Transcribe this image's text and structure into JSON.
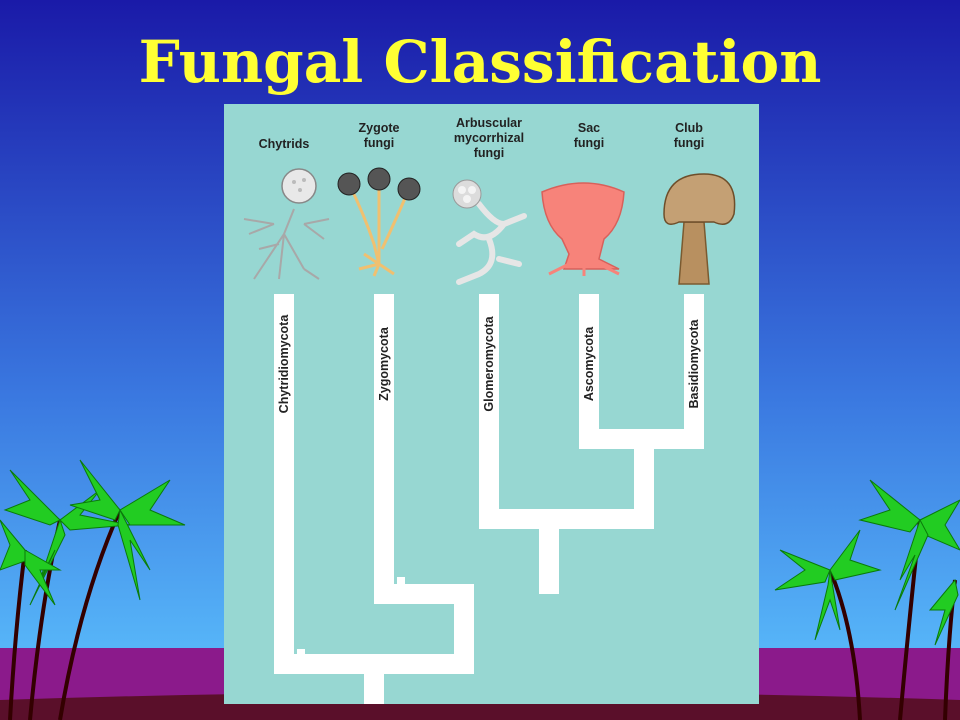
{
  "slide": {
    "title": "Fungal Classification"
  },
  "colors": {
    "sky_top": "#1a1aa8",
    "sky_bottom": "#5ec6ff",
    "ground": "#8b1a8b",
    "title": "#ffff33",
    "panel": "#97d7d2",
    "tree_lines": "#ffffff",
    "palm_leaf": "#22cc22",
    "palm_trunk": "#330000"
  },
  "diagram": {
    "groups": [
      {
        "id": "chytrids",
        "label": "Chytrids",
        "phylum": "Chytridiomycota",
        "icon": "chytrid-icon"
      },
      {
        "id": "zygote",
        "label": "Zygote\nfungi",
        "phylum": "Zygomycota",
        "icon": "zygote-fungus-icon"
      },
      {
        "id": "arbuscular",
        "label": "Arbuscular\nmycorrhizal\nfungi",
        "phylum": "Glomeromycota",
        "icon": "arbuscular-fungus-icon"
      },
      {
        "id": "sac",
        "label": "Sac\nfungi",
        "phylum": "Ascomycota",
        "icon": "sac-fungus-icon"
      },
      {
        "id": "club",
        "label": "Club\nfungi",
        "phylum": "Basidiomycota",
        "icon": "mushroom-icon"
      }
    ]
  }
}
